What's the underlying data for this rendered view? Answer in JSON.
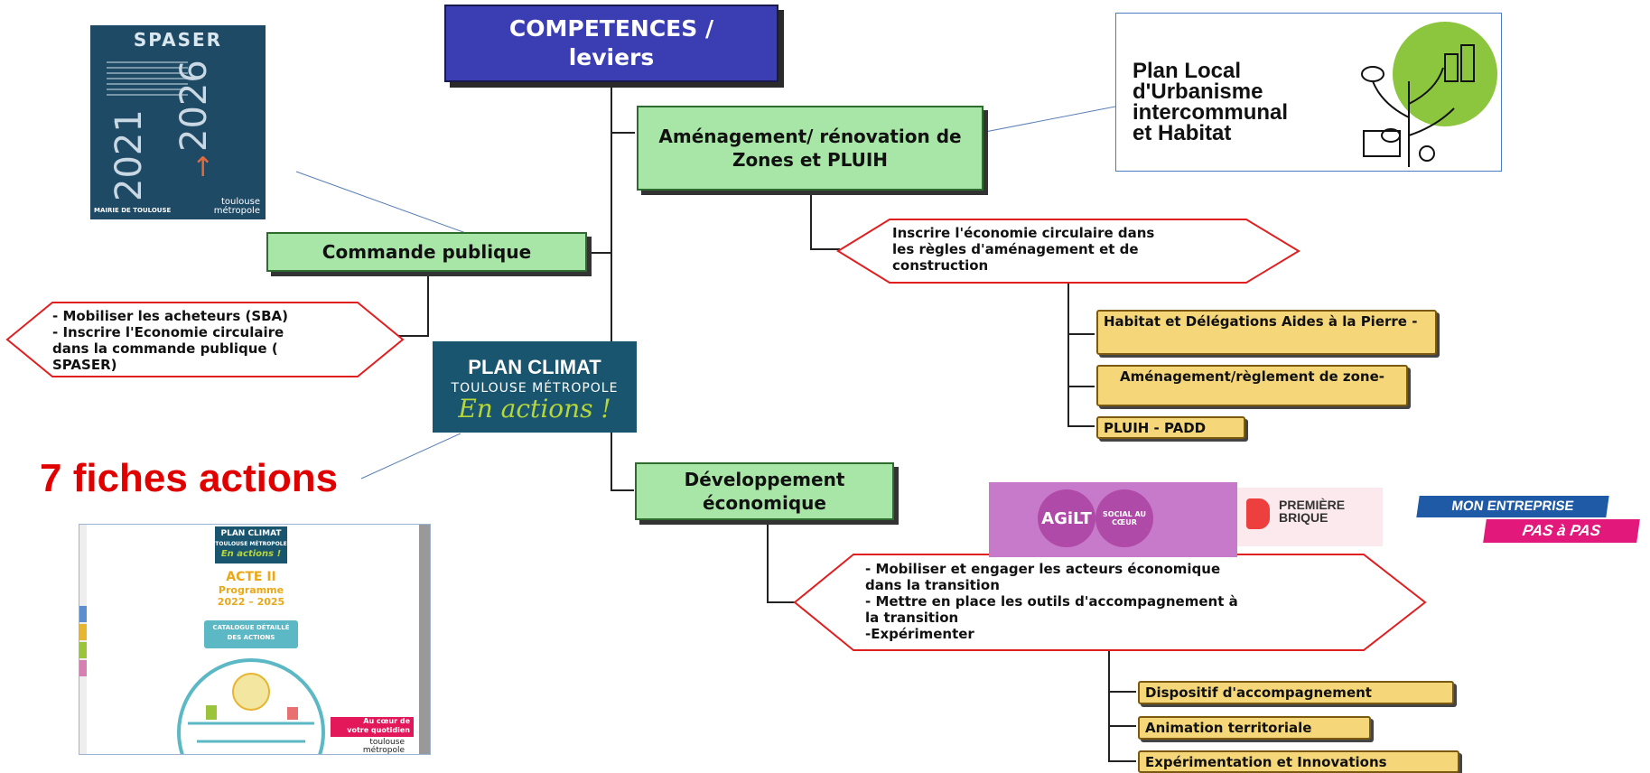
{
  "root": {
    "line1": "COMPETENCES /",
    "line2": "leviers"
  },
  "branches": {
    "amenagement": {
      "label": "Aménagement/ rénovation de Zones et PLUIH"
    },
    "commande": {
      "label": "Commande publique"
    },
    "developpement": {
      "label": "Développement économique"
    }
  },
  "hexagons": {
    "amenagement": {
      "lines": [
        "Inscrire l'économie circulaire dans",
        "les règles d'aménagement et de",
        "construction"
      ]
    },
    "commande": {
      "lines": [
        "- Mobiliser les acheteurs (SBA)",
        "- Inscrire l'Economie circulaire",
        "dans la commande publique (",
        "SPASER)"
      ]
    },
    "developpement": {
      "lines": [
        "- Mobiliser  et engager les acteurs économique",
        "dans la transition",
        "- Mettre en place les outils d'accompagnement à",
        "la transition",
        "-Expérimenter"
      ]
    }
  },
  "leaves": {
    "amenagement": [
      "Habitat et Délégations Aides à la Pierre -",
      "Aménagement/règlement de zone-",
      "PLUIH - PADD"
    ],
    "developpement": [
      "Dispositif d'accompagnement",
      "Animation territoriale",
      "Expérimentation et Innovations"
    ]
  },
  "fiches": {
    "label": "7 fiches actions"
  },
  "images": {
    "spaser": {
      "title": "SPASER",
      "year_a": "2021",
      "year_b": "2026",
      "arrow": "↑",
      "footer_left": "MAIRIE DE TOULOUSE",
      "footer_right": "toulouse métropole"
    },
    "plu": {
      "line1": "Plan Local",
      "line2": "d'Urbanisme",
      "line3": "intercommunal",
      "line4": "et Habitat"
    },
    "planclimat": {
      "line1": "PLAN CLIMAT",
      "line2": "TOULOUSE MÉTROPOLE",
      "line3": "En actions !"
    },
    "catalog": {
      "top1": "PLAN CLIMAT",
      "top2": "TOULOUSE MÉTROPOLE",
      "script": "En actions !",
      "acte": "ACTE II",
      "programme": "Programme",
      "years": "2022 – 2025",
      "band1": "CATALOGUE DÉTAILLÉ",
      "band2": "DES ACTIONS",
      "tag1": "Au cœur de",
      "tag2": "votre quotidien",
      "brand": "toulouse métropole"
    },
    "agilt": {
      "label": "AGiLT",
      "badge": "SOCIAL AU CŒUR"
    },
    "premiere": {
      "line1": "PREMIÈRE",
      "line2": "BRIQUE"
    },
    "monent": {
      "line1": "MON ENTREPRISE",
      "line2": "PAS à PAS"
    }
  },
  "colors": {
    "root": "#3b3db3",
    "branch": "#a8e6a8",
    "leaf": "#f5d77a",
    "hex_border": "#e02020",
    "red_text": "#e00000"
  }
}
